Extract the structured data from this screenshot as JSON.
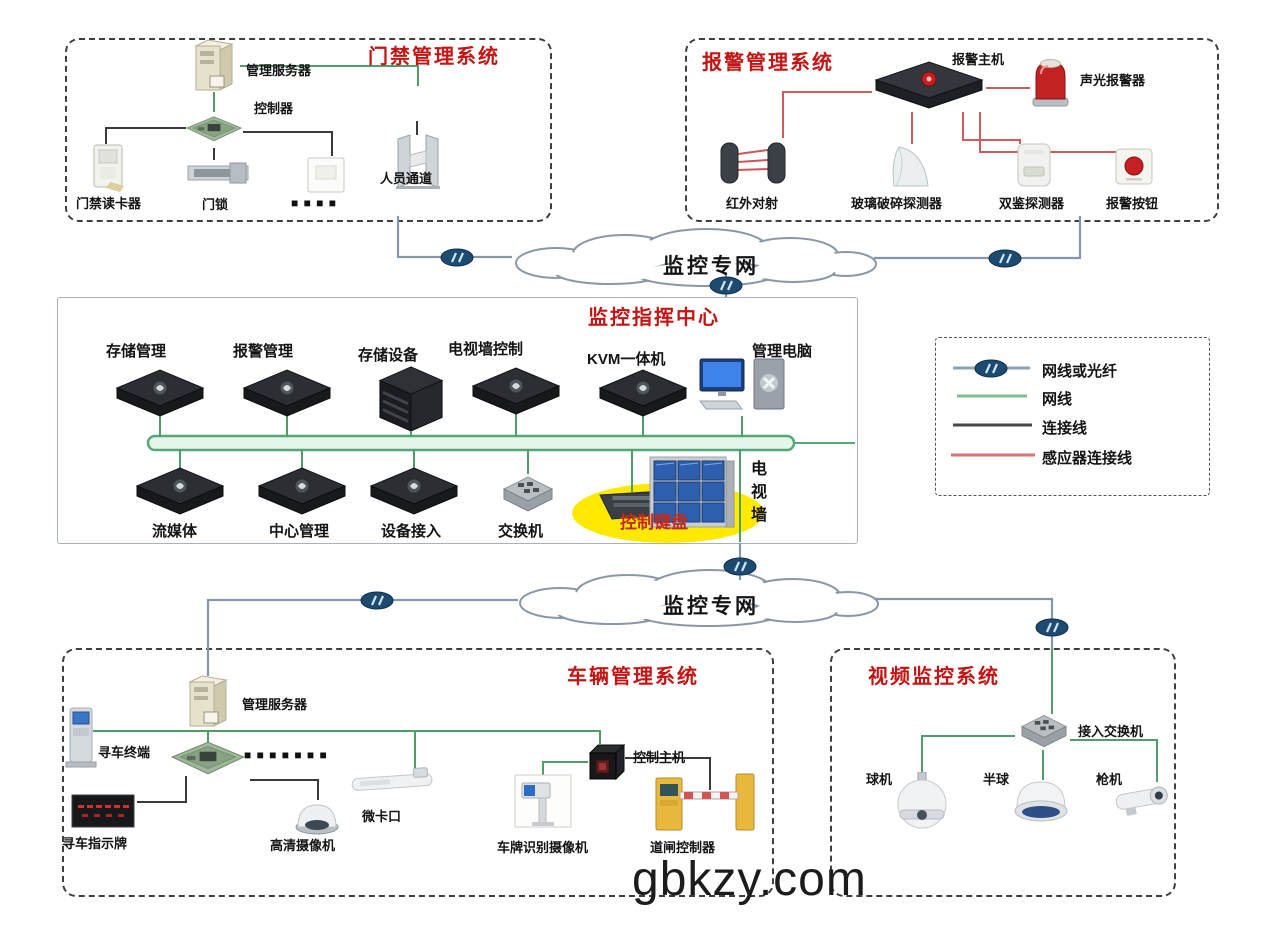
{
  "watermark": "gbkzy.com",
  "clouds": {
    "top": "监控专网",
    "bottom": "监控专网"
  },
  "legend": {
    "items": [
      {
        "label": "网线或光纤",
        "color": "#8fa3b5"
      },
      {
        "label": "网线",
        "color": "#7cc08f"
      },
      {
        "label": "连接线",
        "color": "#474747"
      },
      {
        "label": "感应器连接线",
        "color": "#dd7272"
      }
    ]
  },
  "systems": {
    "access": {
      "title": "门禁管理系统",
      "devices": {
        "server": "管理服务器",
        "controller": "控制器",
        "reader": "门禁读卡器",
        "lock": "门锁",
        "exit_button": "■ ■ ■ ■",
        "gate": "人员通道"
      }
    },
    "alarm": {
      "title": "报警管理系统",
      "devices": {
        "host": "报警主机",
        "siren": "声光报警器",
        "beam": "红外对射",
        "glass": "玻璃破碎探测器",
        "pir": "双鉴探测器",
        "button": "报警按钮"
      }
    },
    "center": {
      "title": "监控指挥中心",
      "top_row": [
        "存储管理",
        "报警管理",
        "存储设备",
        "电视墙控制",
        "KVM一体机",
        "管理电脑"
      ],
      "bottom_row": [
        "流媒体",
        "中心管理",
        "设备接入",
        "交换机"
      ],
      "keyboard": "控制键盘",
      "tv_wall": "电视墙"
    },
    "vehicle": {
      "title": "车辆管理系统",
      "devices": {
        "server": "管理服务器",
        "terminal": "寻车终端",
        "blocks": "■ ■ ■ ■ ■ ■ ■",
        "sign": "寻车指示牌",
        "hd_camera": "高清摄像机",
        "checkpoint": "微卡口",
        "plate_camera": "车牌识别摄像机",
        "control_host": "控制主机",
        "barrier": "道闸控制器"
      }
    },
    "video": {
      "title": "视频监控系统",
      "devices": {
        "switch": "接入交换机",
        "ptz": "球机",
        "half_dome": "半球",
        "bullet": "枪机"
      }
    }
  },
  "colors": {
    "title_red": "#c41414",
    "net_line": "#8598ab",
    "lan_line": "#4f9e6a",
    "link_line": "#3a3a3a",
    "sensor_line": "#cf5b5b",
    "node_oval": "#1c4a70",
    "keyboard_halo": "#ffe900"
  }
}
